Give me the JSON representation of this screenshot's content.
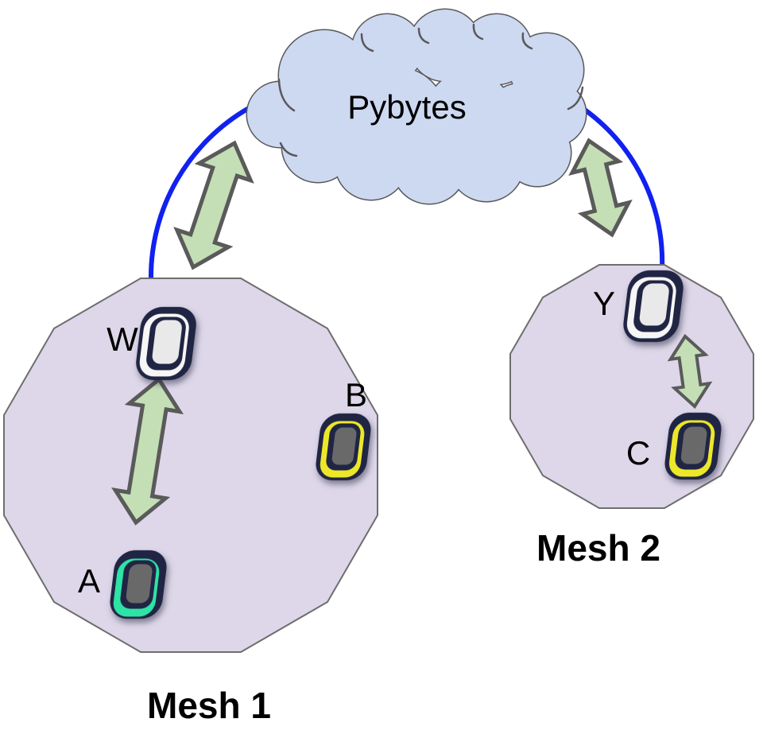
{
  "cloud": {
    "label": "Pybytes"
  },
  "meshes": {
    "mesh1": {
      "label": "Mesh 1",
      "device_ids": [
        "W",
        "A",
        "B"
      ]
    },
    "mesh2": {
      "label": "Mesh 2",
      "device_ids": [
        "Y",
        "C"
      ]
    }
  },
  "devices": {
    "W": {
      "label": "W",
      "ring_color": "#f6f6f6",
      "center_color": "#e9e9e9"
    },
    "A": {
      "label": "A",
      "ring_color": "#2de3a6",
      "center_color": "#696969"
    },
    "B": {
      "label": "B",
      "ring_color": "#ece829",
      "center_color": "#696969"
    },
    "Y": {
      "label": "Y",
      "ring_color": "#f6f6f6",
      "center_color": "#e9e9e9"
    },
    "C": {
      "label": "C",
      "ring_color": "#ece829",
      "center_color": "#696969"
    }
  },
  "connections": [
    {
      "from": "mesh1",
      "to": "cloud",
      "style": "blue-curve"
    },
    {
      "from": "mesh2",
      "to": "cloud",
      "style": "blue-curve"
    },
    {
      "from": "mesh1",
      "to": "cloud",
      "style": "green-double-arrow"
    },
    {
      "from": "mesh2",
      "to": "cloud",
      "style": "green-double-arrow"
    },
    {
      "from": "W",
      "to": "A",
      "style": "green-double-arrow"
    },
    {
      "from": "Y",
      "to": "C",
      "style": "green-double-arrow"
    }
  ],
  "colors": {
    "cloud_fill": "#cdd9f1",
    "cloud_stroke": "#58595b",
    "mesh_fill": "#ddd7e9",
    "mesh_stroke": "#6e6e6e",
    "link": "#1021f0",
    "arrow_fill": "#c4deb6",
    "arrow_stroke": "#5a5a5a",
    "device_outline": "#212544",
    "text": "#000000"
  }
}
